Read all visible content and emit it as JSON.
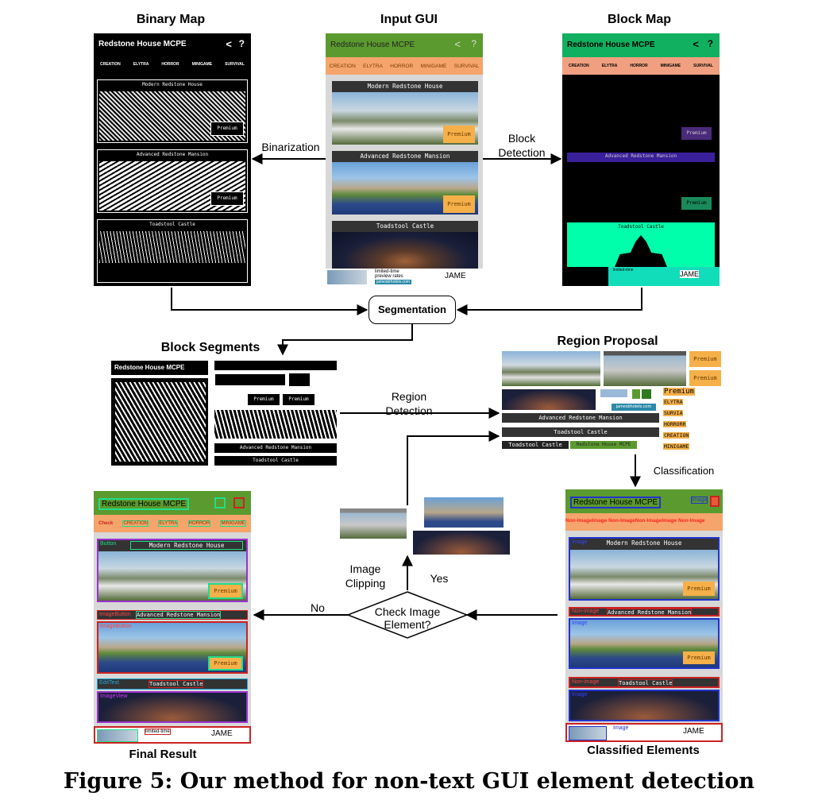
{
  "titles": {
    "binary_map": "Binary Map",
    "input_gui": "Input GUI",
    "block_map": "Block Map",
    "block_segments": "Block Segments",
    "region_proposal": "Region Proposal",
    "final_result": "Final Result",
    "classified_elements": "Classified Elements"
  },
  "steps": {
    "binarization": "Binarization",
    "block_detection_1": "Block",
    "block_detection_2": "Detection",
    "segmentation": "Segmentation",
    "region_detection_1": "Region",
    "region_detection_2": "Detection",
    "classification": "Classification",
    "check_image_1": "Check Image",
    "check_image_2": "Element?",
    "image_clipping_1": "Image",
    "image_clipping_2": "Clipping",
    "yes": "Yes",
    "no": "No"
  },
  "app": {
    "title": "Redstone House MCPE",
    "tabs": [
      "CREATION",
      "ELYTRA",
      "HORROR",
      "MINIGAME",
      "SURVIVAL"
    ],
    "cards": [
      "Modern Redstone House",
      "Advanced Redstone Mansion",
      "Toadstool Castle"
    ],
    "premium": "Premium",
    "ad_line1": "limited-time",
    "ad_line2": "preview rates",
    "ad_url": "jamesbrhotels.com",
    "ad_brand": "JAME"
  },
  "region_proposal": {
    "labels": [
      "Premium",
      "ELYTRA",
      "SURVIA",
      "HORRORR",
      "CREATION",
      "MINIGAME"
    ],
    "url": "jamesbhotels.com"
  },
  "final_labels": {
    "button": "Button",
    "image_button_1": "ImageButton",
    "image_button_2": "ImageButton",
    "edit_text": "EditText",
    "image_view": "ImageView",
    "check": "Check"
  },
  "classified_labels": {
    "image": "Image",
    "non_image": "Non-image",
    "tab_row": "Non-ImageImage Non-ImageNon-ImageImage Non-Image"
  },
  "caption": "Figure 5: Our method for non-text GUI element detection",
  "colors": {
    "app_green": "#5b9a2e",
    "tab_orange": "#f5a56b",
    "premium_orange": "#f5b04a",
    "block_cyan": "#00ffaa",
    "block_purple": "#3a1f9a",
    "block_green": "#1a8a5a",
    "block_teal": "#118877"
  }
}
